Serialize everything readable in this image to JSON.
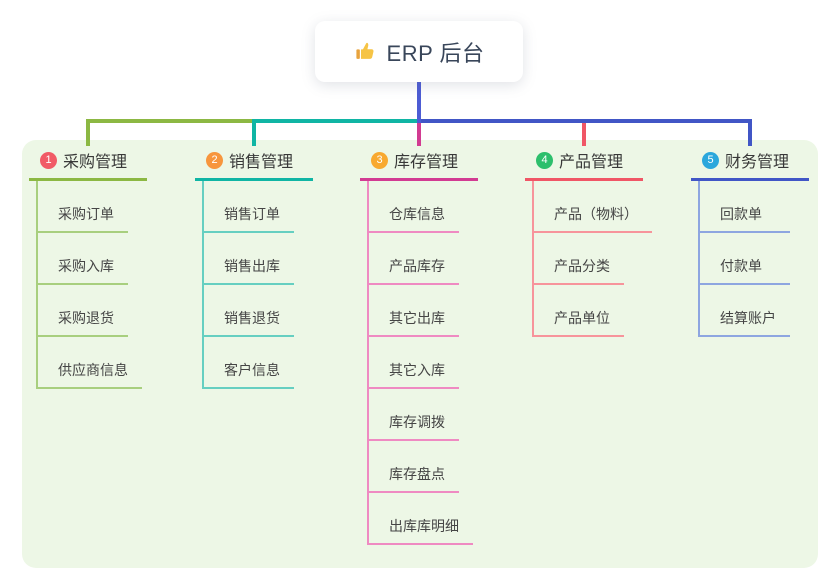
{
  "root": {
    "label": "ERP 后台",
    "icon": "thumbs-up-icon",
    "icon_color": "#f6c445",
    "line_color": "#4d5cd4"
  },
  "panel_color": "#edf7e6",
  "branches": [
    {
      "num": "1",
      "label": "采购管理",
      "badge_color": "#f15b66",
      "line_color": "#8cb843",
      "child_line_color": "#a8cf7e",
      "children": [
        "采购订单",
        "采购入库",
        "采购退货",
        "供应商信息"
      ]
    },
    {
      "num": "2",
      "label": "销售管理",
      "badge_color": "#f7963d",
      "line_color": "#10b5a4",
      "child_line_color": "#66cfc1",
      "children": [
        "销售订单",
        "销售出库",
        "销售退货",
        "客户信息"
      ]
    },
    {
      "num": "3",
      "label": "库存管理",
      "badge_color": "#f8a930",
      "line_color": "#d23b92",
      "child_line_color": "#ef8ac2",
      "children": [
        "仓库信息",
        "产品库存",
        "其它出库",
        "其它入库",
        "库存调拨",
        "库存盘点",
        "出库库明细"
      ]
    },
    {
      "num": "4",
      "label": "产品管理",
      "badge_color": "#2dbf6c",
      "line_color": "#f05666",
      "child_line_color": "#f7949b",
      "children": [
        "产品（物料）",
        "产品分类",
        "产品单位"
      ]
    },
    {
      "num": "5",
      "label": "财务管理",
      "badge_color": "#2ba7dc",
      "line_color": "#4156c6",
      "child_line_color": "#8ea6e0",
      "children": [
        "回款单",
        "付款单",
        "结算账户"
      ]
    }
  ]
}
